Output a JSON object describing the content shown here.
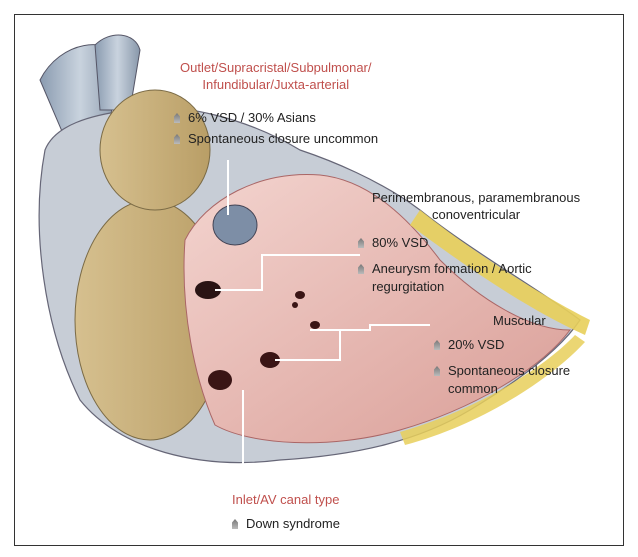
{
  "outlet": {
    "title_line1": "Outlet/Supracristal/Subpulmonar/",
    "title_line2": "Infundibular/Juxta-arterial",
    "items": [
      "6% VSD / 30% Asians",
      "Spontaneous closure uncommon"
    ]
  },
  "perimembranous": {
    "title_line1": "Perimembranous, paramembranous",
    "title_line2": "conoventricular",
    "items": [
      "80% VSD",
      "Aneurysm formation / Aortic",
      "regurgitation"
    ]
  },
  "muscular": {
    "title": "Muscular",
    "items": [
      "20% VSD",
      "Spontaneous closure",
      "common"
    ]
  },
  "inlet": {
    "title": "Inlet/AV canal type",
    "items": [
      "Down syndrome"
    ]
  },
  "colors": {
    "accent_red": "#c0504d",
    "myocardium": "#e6b9b4",
    "pointer_white": "#ffffff"
  }
}
